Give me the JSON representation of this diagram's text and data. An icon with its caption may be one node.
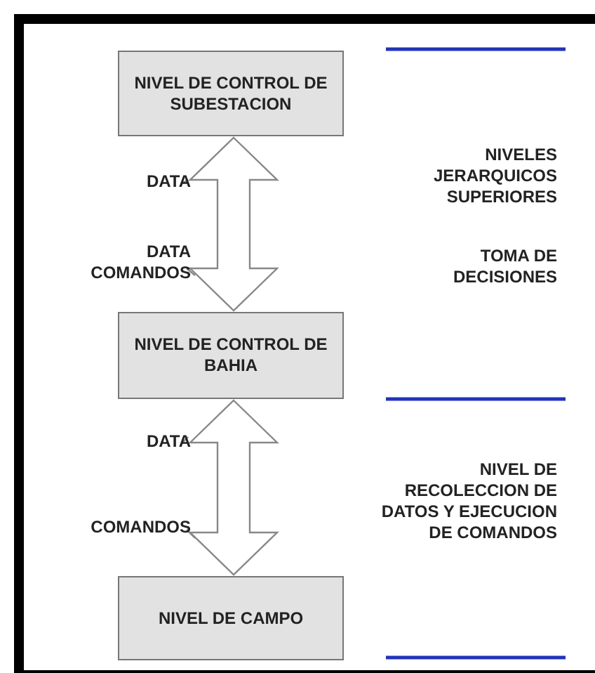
{
  "diagram": {
    "nodes": [
      {
        "text": [
          "NIVEL DE CONTROL DE SUBESTACION"
        ]
      },
      {
        "text": [
          "NIVEL DE CONTROL DE BAHIA"
        ]
      },
      {
        "text": [
          "NIVEL DE CAMPO"
        ]
      }
    ],
    "edges": [
      {
        "from": 0,
        "to": 1,
        "arrow": "both"
      },
      {
        "from": 1,
        "to": 2,
        "arrow": "both"
      }
    ],
    "labels": [
      "DATA",
      "DATA COMANDOS",
      "DATA",
      "COMANDOS",
      "NIVELES JERARQUICOS SUPERIORES",
      "TOMA DE DECISIONES",
      "NIVEL DE RECOLECCION DE DATOS Y EJECUCION DE COMANDOS"
    ]
  }
}
